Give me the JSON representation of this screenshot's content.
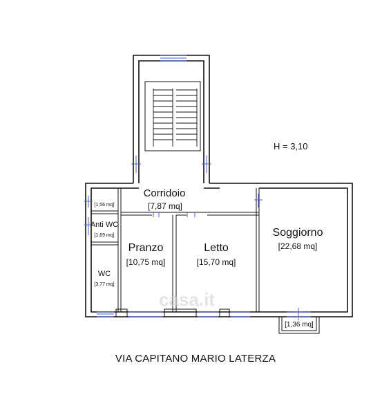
{
  "height_note": "H = 3,10",
  "address": "VIA CAPITANO MARIO LATERZA",
  "watermark": "casa.it",
  "rooms": {
    "corridoio": {
      "name": "Corridoio",
      "area": "[7,87 mq]"
    },
    "closet": {
      "area": "[1,56 mq]"
    },
    "antiwc": {
      "name": "Anti WC",
      "area": "[1,69 mq]"
    },
    "wc": {
      "name": "WC",
      "area": "[3,77 mq]"
    },
    "pranzo": {
      "name": "Pranzo",
      "area": "[10,75 mq]"
    },
    "letto": {
      "name": "Letto",
      "area": "[15,70 mq]"
    },
    "soggiorno": {
      "name": "Soggiorno",
      "area": "[22,68 mq]"
    },
    "balcony": {
      "area": "[1,36 mq]"
    }
  },
  "colors": {
    "wall": "#111111",
    "window": "#4a62c8",
    "watermark": "#cfcfcf"
  }
}
